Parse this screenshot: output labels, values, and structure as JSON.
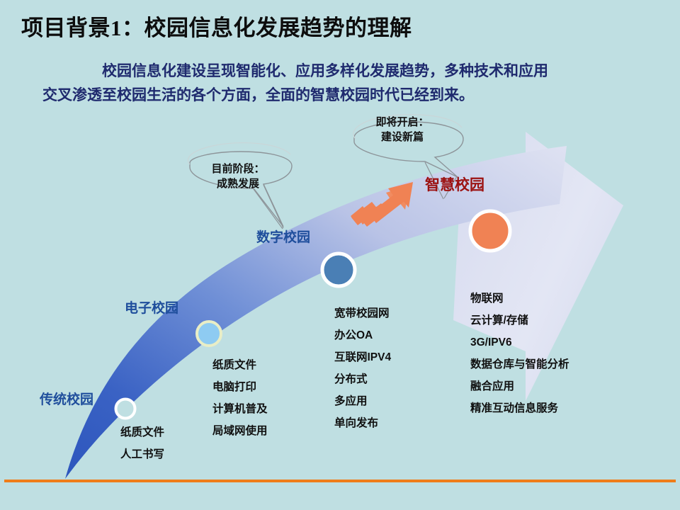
{
  "slide": {
    "title": "项目背景1：校园信息化发展趋势的理解",
    "subtitle_line1": "校园信息化建设呈现智能化、应用多样化发展趋势，多种技术和应用",
    "subtitle_line2": "交叉渗透至校园生活的各个方面，全面的智慧校园时代已经到来。",
    "background_color": "#bfdfe2",
    "accent_rule_color": "#ef7d1a"
  },
  "callouts": [
    {
      "id": "current-stage",
      "line1": "目前阶段：",
      "line2": "成熟发展"
    },
    {
      "id": "upcoming-stage",
      "line1": "即将开启：",
      "line2": "建设新篇"
    }
  ],
  "stages": [
    {
      "id": "traditional-campus",
      "label": "传统校园",
      "label_color": "#1f4e9c",
      "marker_fill": "#bfdfe2",
      "marker_ring": "#ffffff",
      "features": [
        "纸质文件",
        "人工书写"
      ]
    },
    {
      "id": "electronic-campus",
      "label": "电子校园",
      "label_color": "#1f4e9c",
      "marker_fill": "#8ecbf2",
      "marker_ring": "#e9eec6",
      "features": [
        "纸质文件",
        "电脑打印",
        "计算机普及",
        "局域网使用"
      ]
    },
    {
      "id": "digital-campus",
      "label": "数字校园",
      "label_color": "#1f4e9c",
      "marker_fill": "#4a7fb5",
      "marker_ring": "#ffffff",
      "features": [
        "宽带校园网",
        "办公OA",
        "互联网IPV4",
        "分布式",
        "多应用",
        "单向发布"
      ]
    },
    {
      "id": "smart-campus",
      "label": "智慧校园",
      "label_color": "#9c1111",
      "marker_fill": "#f08254",
      "marker_ring": "#ffffff",
      "features": [
        "物联网",
        "云计算/存储",
        "3G/IPV6",
        "数据仓库与智能分析",
        "融合应用",
        "精准互动信息服务"
      ]
    }
  ],
  "graphics": {
    "growth_arrow_name": "growth-curve-arrow",
    "growth_arrow_gradient_from": "#3a62c4",
    "growth_arrow_gradient_to": "#dfe2f2",
    "big_arrow_color": "#dfe2f2",
    "small_arrow_color": "#f08254"
  }
}
